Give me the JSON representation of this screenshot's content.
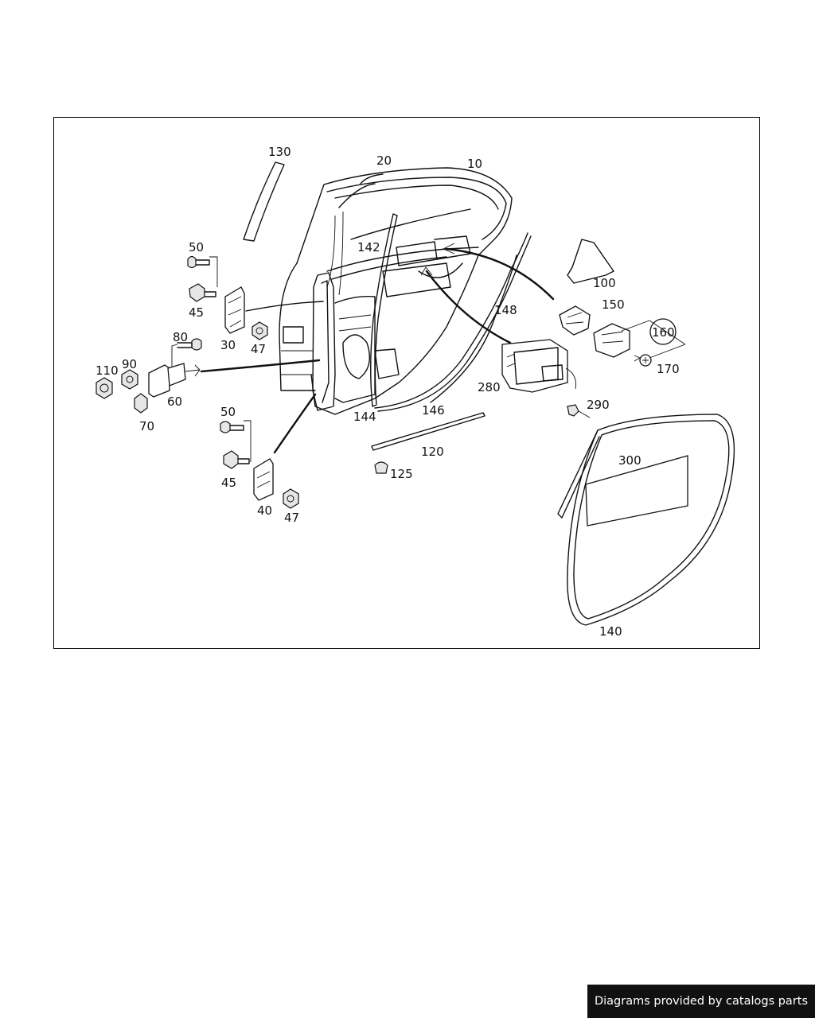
{
  "labels": {
    "p10": "10",
    "p20": "20",
    "p30": "30",
    "p40": "40",
    "p45a": "45",
    "p45b": "45",
    "p47a": "47",
    "p47b": "47",
    "p50a": "50",
    "p50b": "50",
    "p60": "60",
    "p70": "70",
    "p80": "80",
    "p90": "90",
    "p100": "100",
    "p110": "110",
    "p120": "120",
    "p125": "125",
    "p130": "130",
    "p140": "140",
    "p142": "142",
    "p144": "144",
    "p146": "146",
    "p148": "148",
    "p150": "150",
    "p160": "160",
    "p170": "170",
    "p280": "280",
    "p290": "290",
    "p300": "300"
  },
  "watermark": "Diagrams provided by catalogs parts"
}
